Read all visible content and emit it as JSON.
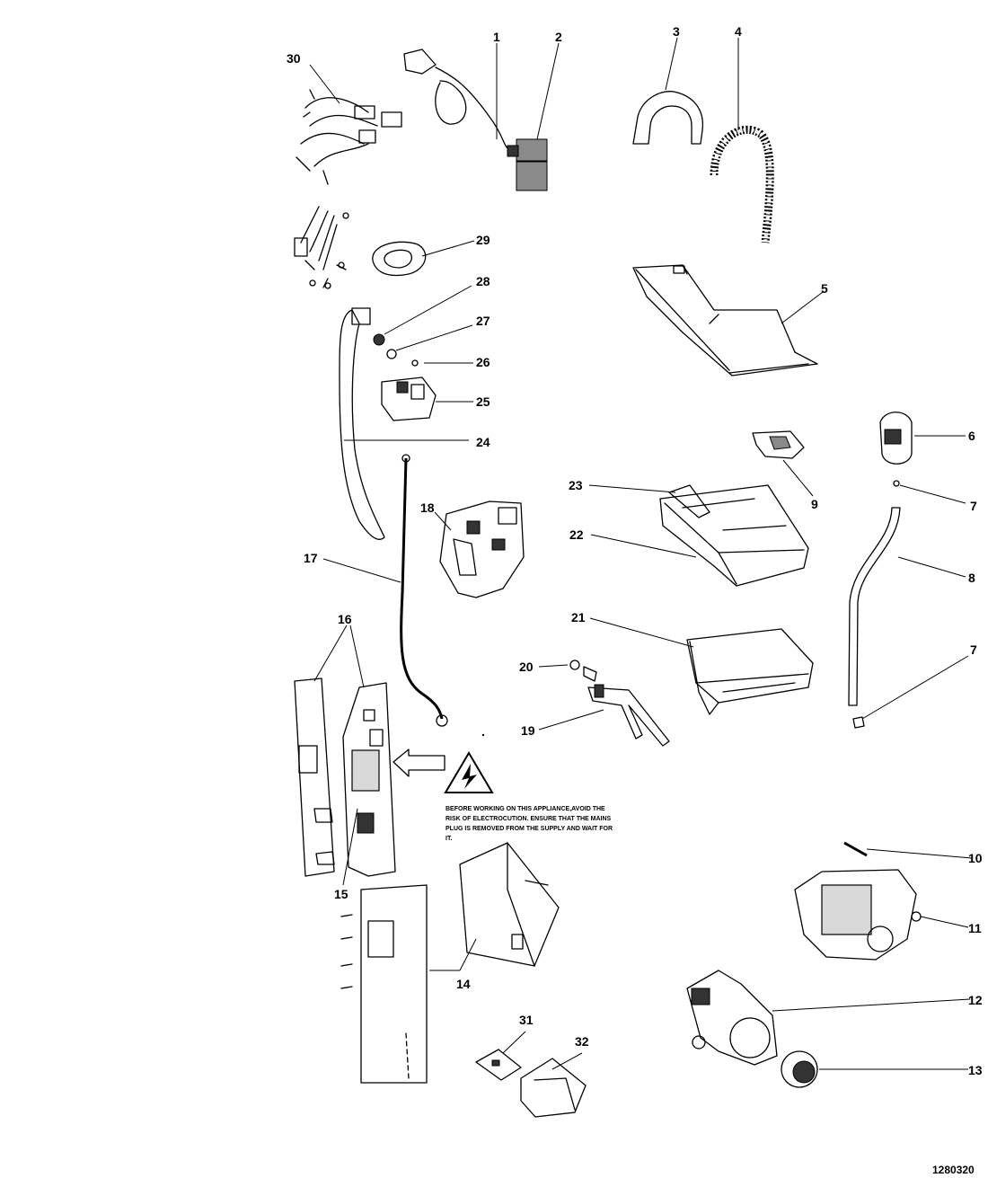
{
  "diagram": {
    "callouts": [
      "1",
      "2",
      "3",
      "4",
      "5",
      "6",
      "7",
      "7",
      "8",
      "9",
      "10",
      "11",
      "12",
      "13",
      "14",
      "15",
      "16",
      "17",
      "18",
      "19",
      "20",
      "21",
      "22",
      "23",
      "24",
      "25",
      "26",
      "27",
      "28",
      "29",
      "30",
      "31",
      "32"
    ],
    "warning_text": [
      "BEFORE WORKING ON THIS APPLIANCE,AVOID THE",
      "RISK OF ELECTROCUTION. ENSURE THAT THE MAINS",
      "PLUG IS REMOVED FROM THE SUPPLY AND WAIT FOR",
      "IT."
    ],
    "document_number": "1280320"
  }
}
